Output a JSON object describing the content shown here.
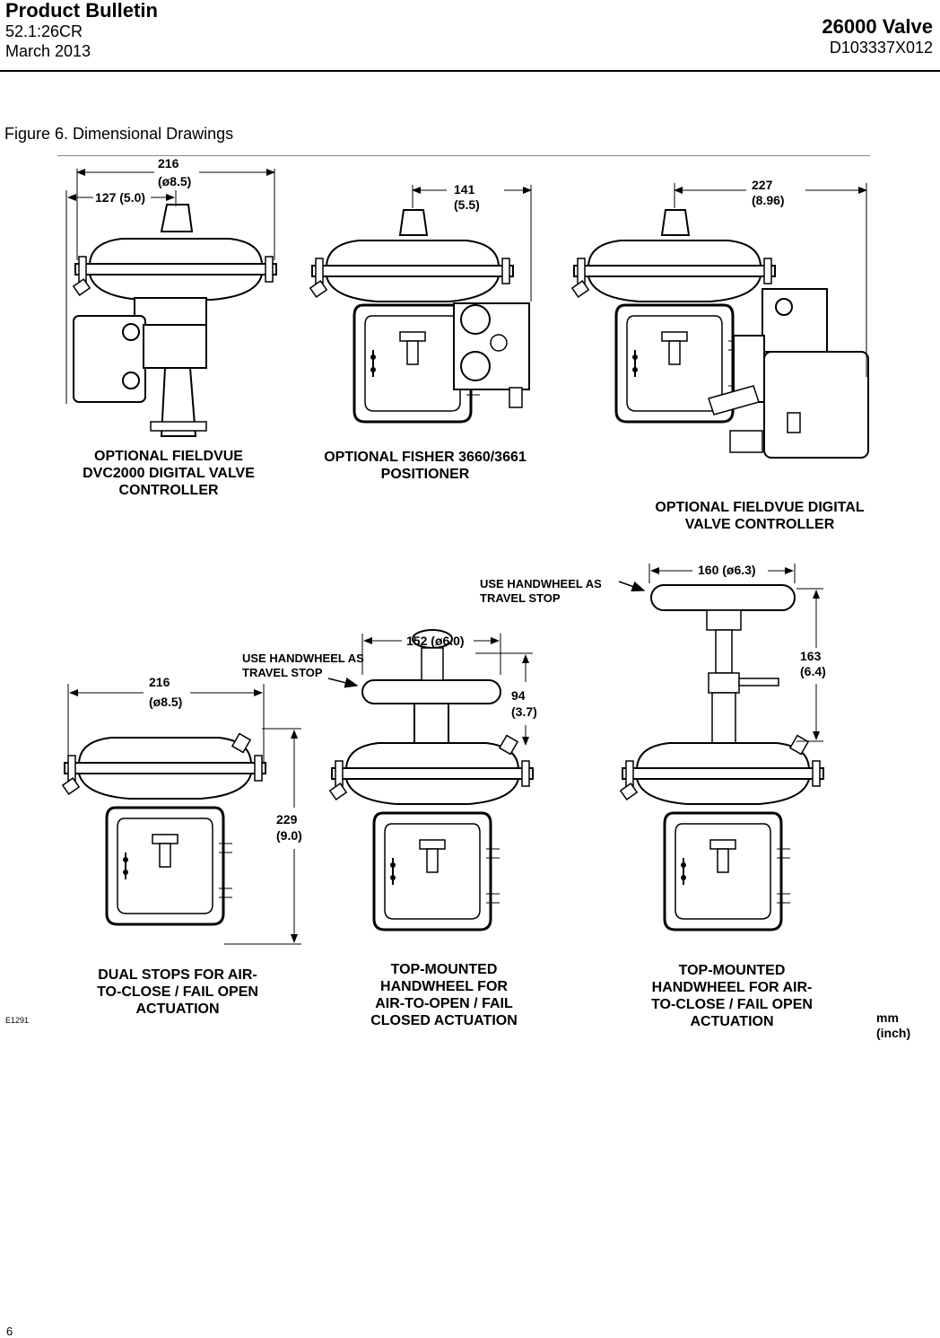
{
  "header": {
    "title": "Product Bulletin",
    "doc_number": "52.1:26CR",
    "date": "March 2013",
    "product": "26000 Valve",
    "part_number": "D103337X012"
  },
  "figure": {
    "title": "Figure 6. Dimensional Drawings",
    "code": "E1291",
    "units_mm": "mm",
    "units_inch": "(inch)"
  },
  "dimensions": {
    "d216_top": "216",
    "d216_top_in": "(ø8.5)",
    "d127": "127 (5.0)",
    "d141": "141",
    "d141_in": "(5.5)",
    "d227": "227",
    "d227_in": "(8.96)",
    "d160": "160 (ø6.3)",
    "d163": "163",
    "d163_in": "(6.4)",
    "d152": "152 (ø6.0)",
    "d94": "94",
    "d94_in": "(3.7)",
    "d216_bot": "216",
    "d216_bot_in": "(ø8.5)",
    "d229": "229",
    "d229_in": "(9.0)"
  },
  "callouts": {
    "handwheel_stop_1": "USE HANDWHEEL AS\nTRAVEL STOP",
    "handwheel_stop_2": "USE HANDWHEEL AS\nTRAVEL STOP"
  },
  "captions": {
    "dvc2000": "OPTIONAL FIELDVUE\nDVC2000 DIGITAL VALVE\nCONTROLLER",
    "fisher3660": "OPTIONAL FISHER 3660/3661\nPOSITIONER",
    "fieldvue_dvc": "OPTIONAL FIELDVUE DIGITAL\nVALVE CONTROLLER",
    "dual_stops": "DUAL STOPS FOR AIR-\nTO-CLOSE / FAIL OPEN\nACTUATION",
    "top_hw_ato": "TOP-MOUNTED\nHANDWHEEL FOR\nAIR-TO-OPEN / FAIL\nCLOSED ACTUATION",
    "top_hw_atc": "TOP-MOUNTED\nHANDWHEEL FOR AIR-\nTO-CLOSE / FAIL OPEN\nACTUATION"
  },
  "page_number": "6"
}
